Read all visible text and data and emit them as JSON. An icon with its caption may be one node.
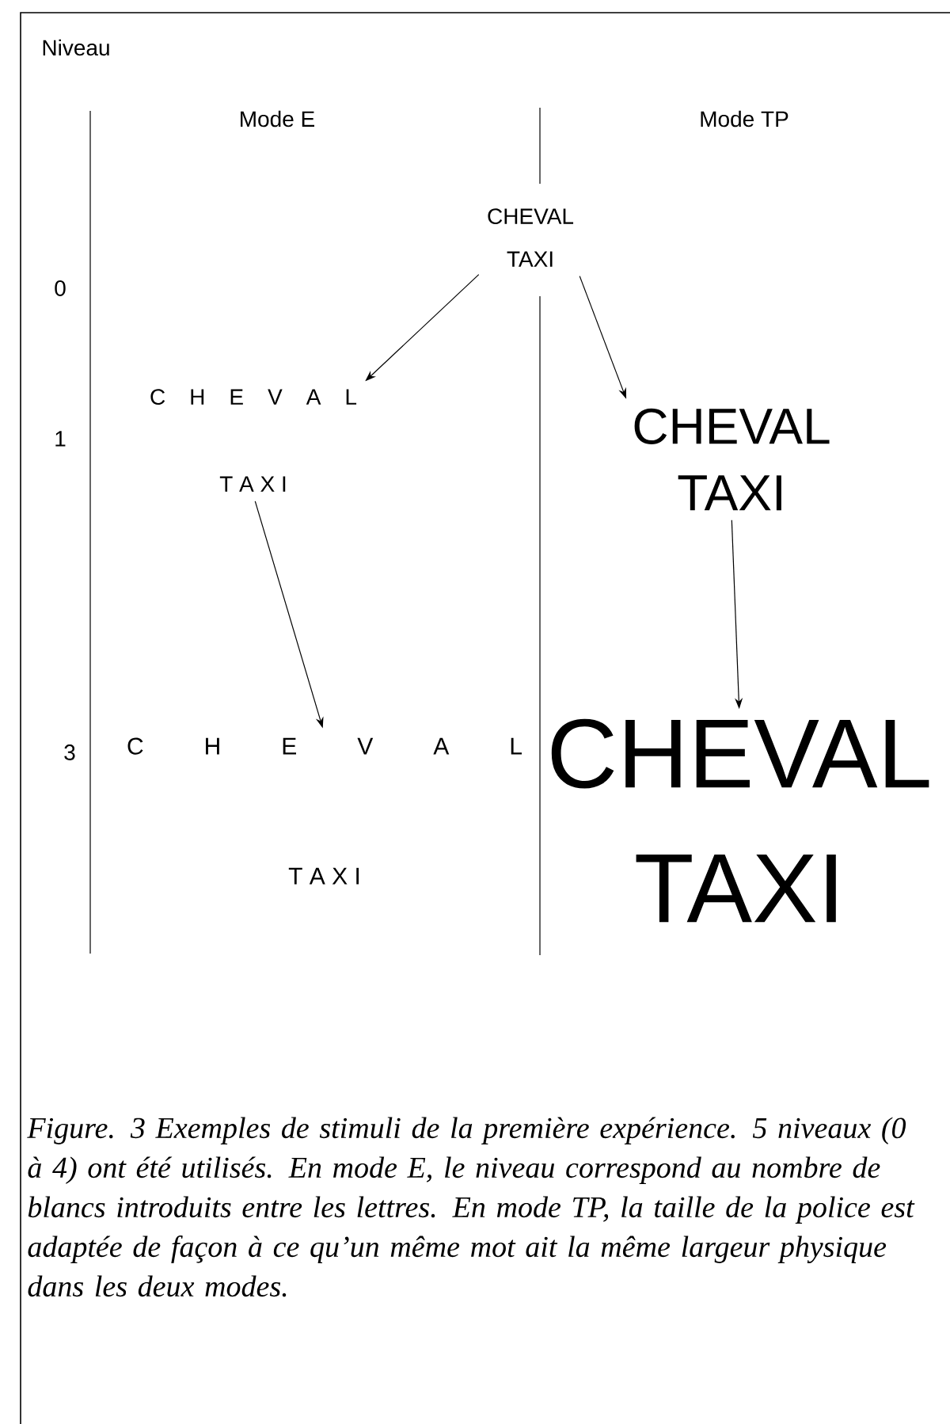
{
  "diagram": {
    "caption": "Figure. 3 Exemples de stimuli de la première expérience. 5 niveaux (0 à 4) ont été utilisés. En mode E, le niveau correspond au nombre de blancs introduits entre les lettres. En mode TP, la taille de la police est adaptée de façon à ce qu’un même mot ait la même largeur physique dans les deux modes.",
    "nodes": [
      {
        "text": [
          "CHEVAL",
          "TAXI"
        ]
      },
      {
        "text": [
          "C H E V A L",
          "T A X I"
        ]
      },
      {
        "text": [
          "CHEVAL",
          "TAXI"
        ]
      },
      {
        "text": [
          "C H E V A L",
          "T A X I"
        ]
      },
      {
        "text": [
          "CHEVAL",
          "TAXI"
        ]
      }
    ],
    "edges": [
      {
        "from": 0,
        "to": 1,
        "arrow": "to"
      },
      {
        "from": 0,
        "to": 2,
        "arrow": "to"
      },
      {
        "from": 1,
        "to": 3,
        "arrow": "to"
      },
      {
        "from": 2,
        "to": 4,
        "arrow": "to"
      }
    ],
    "labels": [
      "Niveau",
      "Mode E",
      "Mode TP",
      "0",
      "1",
      "3"
    ]
  }
}
